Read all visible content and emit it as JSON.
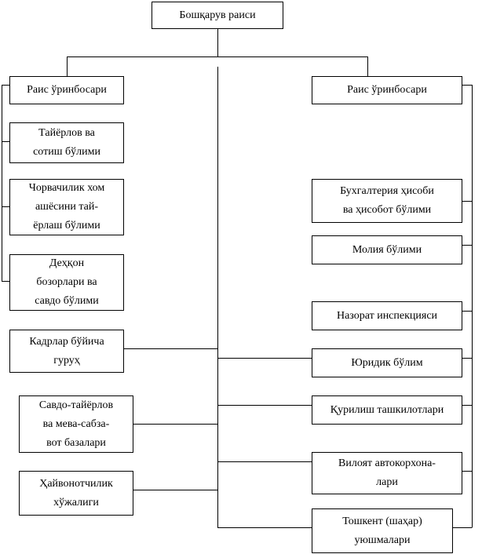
{
  "title": "Бошқарув раиси",
  "left": {
    "deputy": "Раис ўринбосари",
    "departments": [
      "Тайёрлов ва\nсотиш бўлими",
      "Чорвачилик хом\nашёсини тай-\nёрлаш бўлими",
      "Деҳқон\nбозорлари ва\nсавдо бўлими"
    ]
  },
  "center_left": [
    "Кадрлар бўйича\nгуруҳ",
    "Савдо-тайёрлов\nва мева-сабза-\nвот базалари",
    "Ҳайвонотчилик\nхўжалиги"
  ],
  "right": {
    "deputy": "Раис ўринбосари",
    "departments": [
      "Бухгалтерия ҳисоби\nва ҳисобот бўлими",
      "Молия бўлими",
      "Назорат инспекцияси",
      "Юридик бўлим",
      "Қурилиш ташкилотлари",
      "Вилоят автокорхона-\nлари",
      "Тошкент (шаҳар)\nуюшмалари"
    ]
  }
}
